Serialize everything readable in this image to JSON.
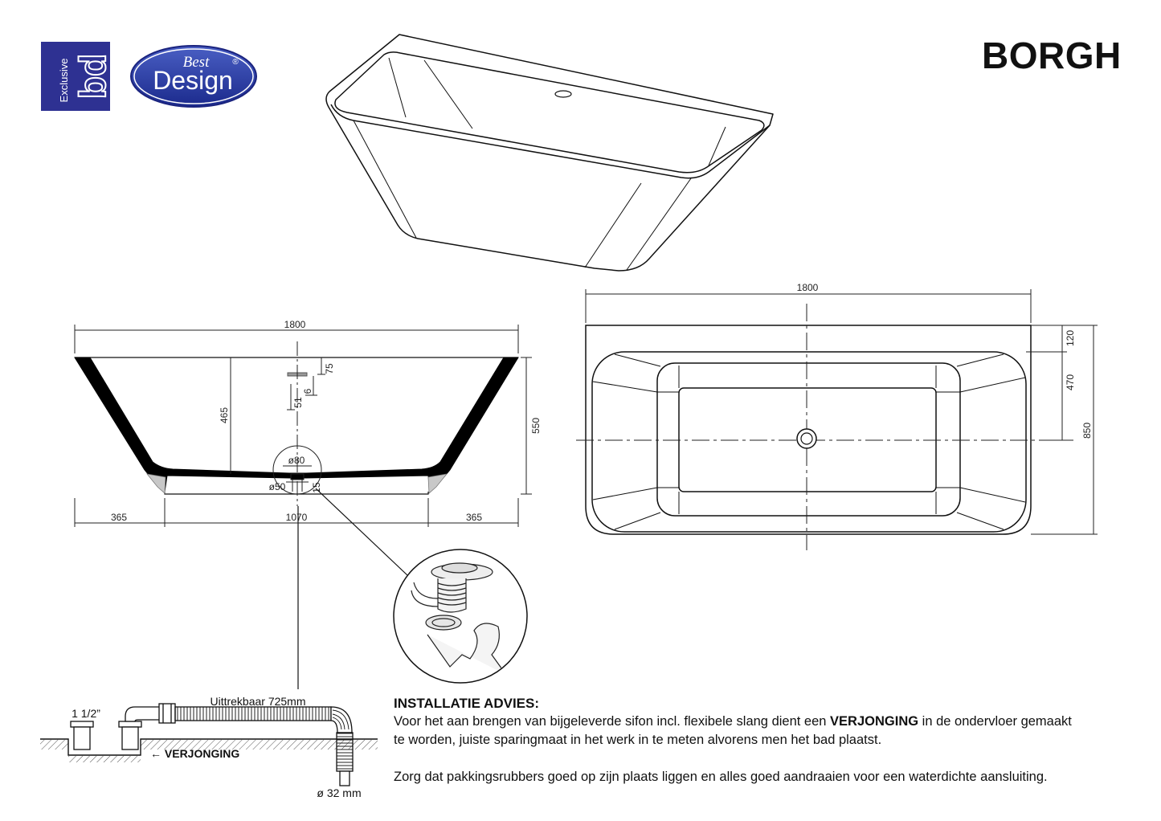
{
  "logo": {
    "exclusive": "Exclusive",
    "bd": "bd",
    "best": "Best",
    "design": "Design",
    "registered": "®",
    "colors": {
      "square_blue": "#2e3192",
      "oval_dark": "#1b2a8c",
      "oval_light": "#4a5fc4",
      "text": "#ffffff"
    }
  },
  "title": "BORGH",
  "side_view": {
    "width": "1800",
    "inner_depth": "465",
    "height": "550",
    "overflow_top": "75",
    "overflow_a": "6",
    "overflow_b": "51",
    "drain_outer": "ø80",
    "drain_inner": "ø50",
    "drain_offset": "15",
    "left": "365",
    "base": "1070",
    "right": "365"
  },
  "top_view": {
    "width": "1800",
    "rim": "120",
    "to_drain": "470",
    "depth": "850"
  },
  "siphon": {
    "thread": "1 1/2”",
    "extendable": "Uittrekbaar 725mm",
    "reducer_label": "← VERJONGING",
    "hose_diameter": "ø 32 mm"
  },
  "advice": {
    "heading": "INSTALLATIE ADVIES:",
    "p1_a": "Voor het aan brengen van bijgeleverde sifon incl. flexibele slang dient een ",
    "p1_bold": "VERJONGING",
    "p1_b": " in de ondervloer gemaakt",
    "p1_line2": "te worden, juiste sparingmaat in het werk in te meten alvorens men het bad plaatst.",
    "p2": "Zorg dat pakkingsrubbers goed op zijn plaats liggen en alles goed aandraaien voor een waterdichte aansluiting."
  }
}
